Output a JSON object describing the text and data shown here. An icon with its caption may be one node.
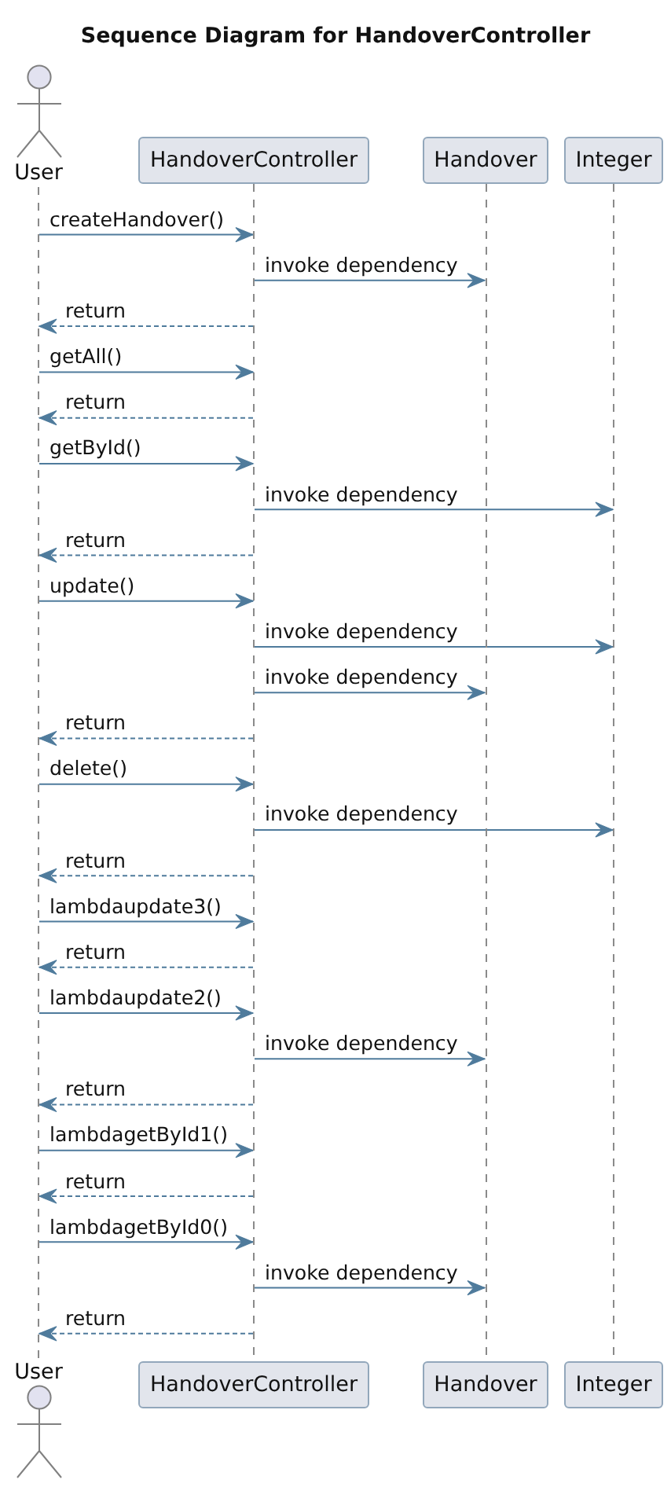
{
  "diagram": {
    "title": "Sequence Diagram for HandoverController",
    "nodes": [
      {
        "text": [
          "User"
        ]
      },
      {
        "text": [
          "HandoverController"
        ]
      },
      {
        "text": [
          "Handover"
        ]
      },
      {
        "text": [
          "Integer"
        ]
      },
      {
        "text": [],
        "shape": "line"
      },
      {
        "text": [],
        "shape": "line"
      },
      {
        "text": [],
        "shape": "line"
      },
      {
        "text": [],
        "shape": "line"
      },
      {
        "text": [
          "User"
        ]
      },
      {
        "text": [
          "HandoverController"
        ]
      },
      {
        "text": [
          "Handover"
        ]
      },
      {
        "text": [
          "Integer"
        ]
      }
    ],
    "edges": [
      {
        "from": 4,
        "to": 5,
        "arrow": "to",
        "label": "createHandover()"
      },
      {
        "from": 5,
        "to": 6,
        "arrow": "to",
        "label": "invoke dependency"
      },
      {
        "from": 5,
        "to": 4,
        "arrow": "to",
        "label": "return",
        "style": "dashed"
      },
      {
        "from": 4,
        "to": 5,
        "arrow": "to",
        "label": "getAll()"
      },
      {
        "from": 5,
        "to": 4,
        "arrow": "to",
        "label": "return",
        "style": "dashed"
      },
      {
        "from": 4,
        "to": 5,
        "arrow": "to",
        "label": "getById()"
      },
      {
        "from": 5,
        "to": 7,
        "arrow": "to",
        "label": "invoke dependency"
      },
      {
        "from": 5,
        "to": 4,
        "arrow": "to",
        "label": "return",
        "style": "dashed"
      },
      {
        "from": 4,
        "to": 5,
        "arrow": "to",
        "label": "update()"
      },
      {
        "from": 5,
        "to": 7,
        "arrow": "to",
        "label": "invoke dependency"
      },
      {
        "from": 5,
        "to": 6,
        "arrow": "to",
        "label": "invoke dependency"
      },
      {
        "from": 5,
        "to": 4,
        "arrow": "to",
        "label": "return",
        "style": "dashed"
      },
      {
        "from": 4,
        "to": 5,
        "arrow": "to",
        "label": "delete()"
      },
      {
        "from": 5,
        "to": 7,
        "arrow": "to",
        "label": "invoke dependency"
      },
      {
        "from": 5,
        "to": 4,
        "arrow": "to",
        "label": "return",
        "style": "dashed"
      },
      {
        "from": 4,
        "to": 5,
        "arrow": "to",
        "label": "lambdaupdate3()"
      },
      {
        "from": 5,
        "to": 4,
        "arrow": "to",
        "label": "return",
        "style": "dashed"
      },
      {
        "from": 4,
        "to": 5,
        "arrow": "to",
        "label": "lambdaupdate2()"
      },
      {
        "from": 5,
        "to": 6,
        "arrow": "to",
        "label": "invoke dependency"
      },
      {
        "from": 5,
        "to": 4,
        "arrow": "to",
        "label": "return",
        "style": "dashed"
      },
      {
        "from": 4,
        "to": 5,
        "arrow": "to",
        "label": "lambdagetById1()"
      },
      {
        "from": 5,
        "to": 4,
        "arrow": "to",
        "label": "return",
        "style": "dashed"
      },
      {
        "from": 4,
        "to": 5,
        "arrow": "to",
        "label": "lambdagetById0()"
      },
      {
        "from": 5,
        "to": 6,
        "arrow": "to",
        "label": "invoke dependency"
      },
      {
        "from": 5,
        "to": 4,
        "arrow": "to",
        "label": "return",
        "style": "dashed"
      }
    ]
  }
}
